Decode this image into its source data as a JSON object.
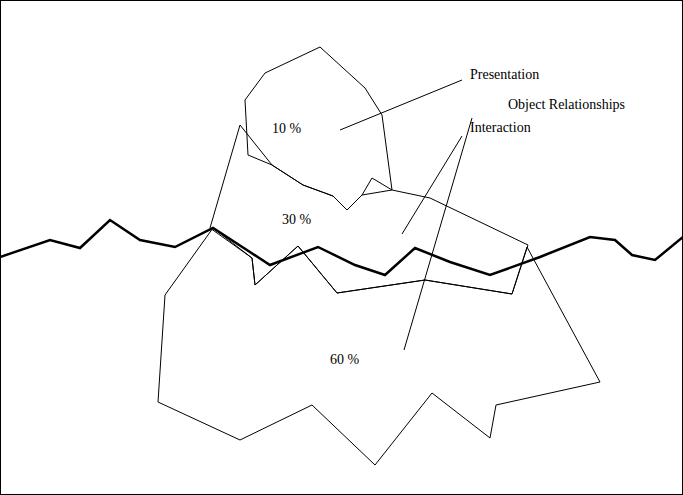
{
  "diagram": {
    "nodes": [
      {
        "text": [
          "Presentation",
          "10 %"
        ]
      },
      {
        "text": [
          "Interaction",
          "30 %"
        ]
      },
      {
        "text": [
          "Object Relationships",
          "60 %"
        ]
      }
    ]
  }
}
